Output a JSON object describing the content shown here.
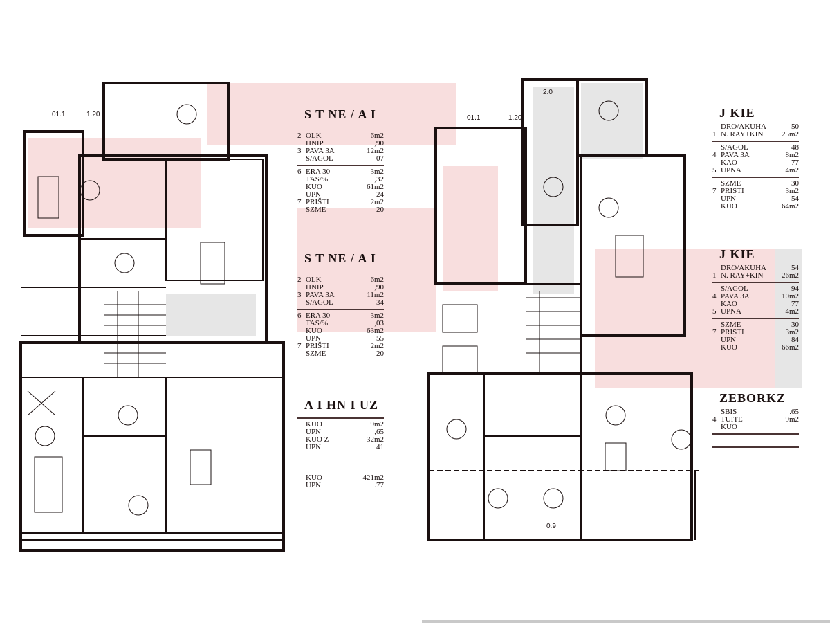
{
  "colors": {
    "wall": "#1a1010",
    "watermark": "#f6d3d3",
    "shade": "#e6e6e6"
  },
  "left_tables": [
    {
      "title": "S T NE / A I",
      "rows": [
        {
          "n": "",
          "l": "",
          "v": ""
        },
        {
          "n": "2",
          "l": "OLK",
          "v": "6m2"
        },
        {
          "n": "",
          "l": "HNIP",
          "v": ",90"
        },
        {
          "n": "3",
          "l": "PAVA 3A",
          "v": "12m2"
        },
        {
          "n": "",
          "l": "S/AGOL",
          "v": "07"
        },
        {
          "n": "",
          "l": "",
          "v": "",
          "rule": true
        },
        {
          "n": "6",
          "l": "ERA 30",
          "v": "3m2"
        },
        {
          "n": "",
          "l": "TAS/%",
          "v": ",32"
        },
        {
          "n": "",
          "l": "KUO",
          "v": "61m2"
        },
        {
          "n": "",
          "l": "UPN",
          "v": "24"
        },
        {
          "n": "7",
          "l": "PRIŠTI",
          "v": "2m2"
        },
        {
          "n": "",
          "l": "SZME",
          "v": "20"
        }
      ]
    },
    {
      "title": "S T NE / A I",
      "rows": [
        {
          "n": "",
          "l": "",
          "v": ""
        },
        {
          "n": "2",
          "l": "OLK",
          "v": "6m2"
        },
        {
          "n": "",
          "l": "HNIP",
          "v": ",90"
        },
        {
          "n": "3",
          "l": "PAVA 3A",
          "v": "11m2"
        },
        {
          "n": "",
          "l": "S/AGOL",
          "v": "34"
        },
        {
          "n": "",
          "l": "",
          "v": "",
          "rule": true
        },
        {
          "n": "6",
          "l": "ERA 30",
          "v": "3m2"
        },
        {
          "n": "",
          "l": "TAS/%",
          "v": ",03"
        },
        {
          "n": "",
          "l": "KUO",
          "v": "63m2"
        },
        {
          "n": "",
          "l": "UPN",
          "v": "55"
        },
        {
          "n": "7",
          "l": "PRIŠTI",
          "v": "2m2"
        },
        {
          "n": "",
          "l": "SZME",
          "v": "20"
        }
      ]
    },
    {
      "title": "A I HN I UZ",
      "rows": [
        {
          "n": "",
          "l": "",
          "v": "",
          "rule": true
        },
        {
          "n": "",
          "l": "KUO",
          "v": "9m2"
        },
        {
          "n": "",
          "l": "UPN",
          "v": ",65"
        },
        {
          "n": "",
          "l": "KUO Z",
          "v": "32m2"
        },
        {
          "n": "",
          "l": "UPN",
          "v": "41"
        },
        {
          "n": "",
          "l": "",
          "v": ""
        },
        {
          "n": "",
          "l": "",
          "v": ""
        },
        {
          "n": "",
          "l": "",
          "v": ""
        },
        {
          "n": "",
          "l": "KUO",
          "v": "421m2"
        },
        {
          "n": "",
          "l": "UPN",
          "v": ".77"
        }
      ]
    }
  ],
  "right_tables": [
    {
      "title": "J KIE",
      "rows": [
        {
          "n": "",
          "l": "DRO/AKUHA",
          "v": "50"
        },
        {
          "n": "1",
          "l": "N. RAY+KIN",
          "v": "25m2"
        },
        {
          "n": "",
          "l": "",
          "v": "",
          "rule": true
        },
        {
          "n": "",
          "l": "S/AGOL",
          "v": "48"
        },
        {
          "n": "4",
          "l": "PAVA 3A",
          "v": "8m2"
        },
        {
          "n": "",
          "l": "KAO",
          "v": "77"
        },
        {
          "n": "5",
          "l": "UPNA",
          "v": "4m2"
        },
        {
          "n": "",
          "l": "",
          "v": "",
          "rule": true
        },
        {
          "n": "",
          "l": "SZME",
          "v": "30"
        },
        {
          "n": "7",
          "l": "PRISTI",
          "v": "3m2"
        },
        {
          "n": "",
          "l": "UPN",
          "v": "54"
        },
        {
          "n": "",
          "l": "KUO",
          "v": "64m2"
        }
      ]
    },
    {
      "title": "J KIE",
      "rows": [
        {
          "n": "",
          "l": "DRO/AKUHA",
          "v": "54"
        },
        {
          "n": "1",
          "l": "N. RAY+KIN",
          "v": "26m2"
        },
        {
          "n": "",
          "l": "",
          "v": "",
          "rule": true
        },
        {
          "n": "",
          "l": "S/AGOL",
          "v": "94"
        },
        {
          "n": "4",
          "l": "PAVA 3A",
          "v": "10m2"
        },
        {
          "n": "",
          "l": "KAO",
          "v": "77"
        },
        {
          "n": "5",
          "l": "UPNA",
          "v": "4m2"
        },
        {
          "n": "",
          "l": "",
          "v": "",
          "rule": true
        },
        {
          "n": "",
          "l": "SZME",
          "v": "30"
        },
        {
          "n": "7",
          "l": "PRISTI",
          "v": "3m2"
        },
        {
          "n": "",
          "l": "UPN",
          "v": "84"
        },
        {
          "n": "",
          "l": "KUO",
          "v": "66m2"
        }
      ]
    },
    {
      "title": "ZEBORKZ",
      "rows": [
        {
          "n": "",
          "l": "SBIS",
          "v": ".65"
        },
        {
          "n": "4",
          "l": "TUITE",
          "v": "9m2"
        },
        {
          "n": "",
          "l": "KUO",
          "v": ""
        },
        {
          "n": "",
          "l": "",
          "v": "",
          "rule": true
        },
        {
          "n": "",
          "l": "",
          "v": ""
        },
        {
          "n": "",
          "l": "",
          "v": "",
          "rule": true
        }
      ]
    }
  ],
  "dimensions": [
    "01.1",
    "1.20",
    "01.1",
    "2.0",
    "1.20",
    "0.9"
  ]
}
